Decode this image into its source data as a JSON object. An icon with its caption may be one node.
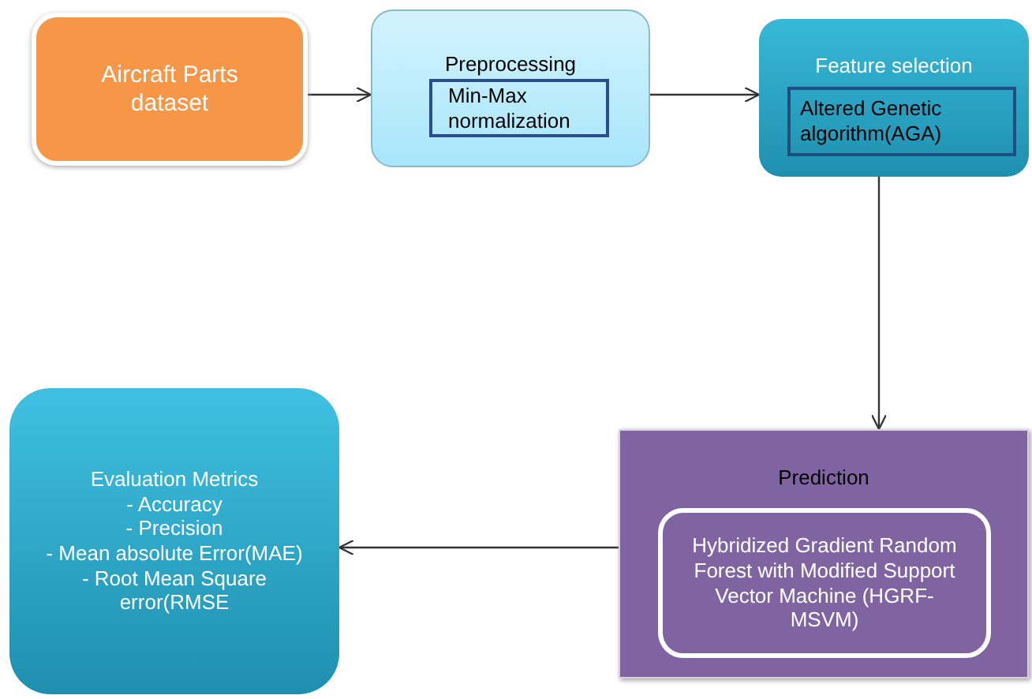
{
  "diagram": {
    "nodes": [
      {
        "text": [
          "Aircraft Parts dataset"
        ]
      },
      {
        "text": [
          "Preprocessing"
        ]
      },
      {
        "text": [
          "Min-Max normalization"
        ],
        "in": 1
      },
      {
        "text": [
          "Feature selection"
        ]
      },
      {
        "text": [
          "Altered Genetic algorithm(AGA)"
        ],
        "in": 3
      },
      {
        "text": [
          "Prediction"
        ]
      },
      {
        "text": [
          "Hybridized Gradient Random Forest with Modified Support Vector Machine (HGRF-MSVM)"
        ],
        "in": 5
      },
      {
        "text": [
          "Evaluation Metrics",
          "- Accuracy",
          "- Precision",
          "- Mean absolute Error(MAE)",
          "- Root Mean Square error(RMSE"
        ]
      }
    ],
    "edges": [
      {
        "from": 0,
        "to": 1,
        "arrow": "to"
      },
      {
        "from": 1,
        "to": 3,
        "arrow": "to"
      },
      {
        "from": 3,
        "to": 5,
        "arrow": "to"
      },
      {
        "from": 5,
        "to": 7,
        "arrow": "to"
      }
    ]
  }
}
